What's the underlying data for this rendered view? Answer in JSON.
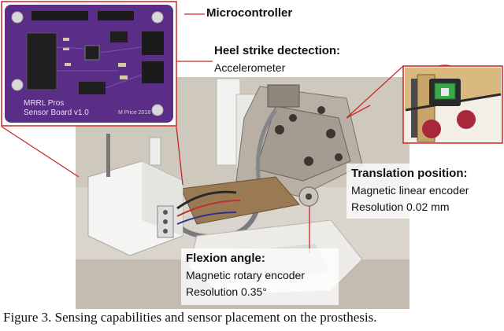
{
  "figure": {
    "caption": "Figure 3. Sensing capabilities and sensor placement on the prosthesis.",
    "board_silkscreen": {
      "line1": "MRRL Pros",
      "line2": "Sensor Board v1.0",
      "credit": "M Price 2018"
    },
    "labels": {
      "microcontroller": {
        "title": "Microcontroller"
      },
      "heel_strike": {
        "title": "Heel strike dectection:",
        "detail": "Accelerometer"
      },
      "translation": {
        "title": "Translation position:",
        "detail1": "Magnetic linear encoder",
        "detail2": "Resolution 0.02 mm"
      },
      "flexion": {
        "title": "Flexion angle:",
        "detail1": "Magnetic rotary encoder",
        "detail2": "Resolution 0.35°"
      }
    },
    "colors": {
      "pcb_purple": "#5a2d86",
      "callout_red": "#c8282a",
      "photo_background": "#d9d4cc",
      "cad_tan": "#c9a56a",
      "magnet_green": "#3aa84a"
    }
  }
}
